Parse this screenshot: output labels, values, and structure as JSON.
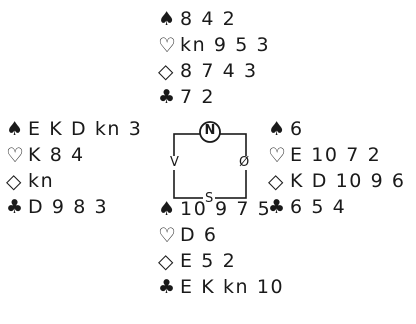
{
  "north": {
    "spades": "8 4 2",
    "hearts": "kn 9 5 3",
    "diamonds": "8 7 4 3",
    "clubs": "7 2"
  },
  "west": {
    "spades": "E K D kn 3",
    "hearts": "K 8 4",
    "diamonds": "kn",
    "clubs": "D 9 8 3"
  },
  "east": {
    "spades": "6",
    "hearts": "E 10 7 2",
    "diamonds": "K D 10 9 6",
    "clubs": "6 5 4"
  },
  "south": {
    "spades": "10 9 7 5",
    "hearts": "D 6",
    "diamonds": "E 5 2",
    "clubs": "E K kn 10"
  },
  "compass": {
    "north": "N",
    "west": "V",
    "east": "Ø",
    "south": "S"
  },
  "icons": {
    "spade": "spade-icon",
    "heart": "heart-icon",
    "diamond": "diamond-icon",
    "club": "club-icon"
  }
}
